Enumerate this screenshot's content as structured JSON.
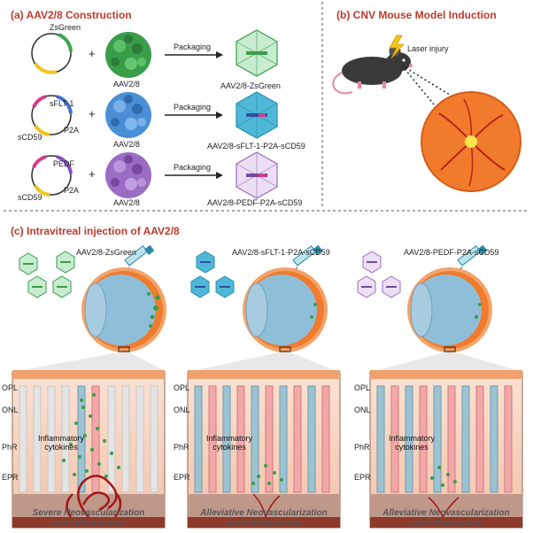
{
  "colors": {
    "title_red": "#c0392b",
    "green_virus": "#3a9d4a",
    "blue_virus": "#4a8fd6",
    "purple_virus": "#9a6cc4",
    "cyan_capsid": "#4fb8d8",
    "retina_orange": "#f07b2c"
  },
  "panel_a": {
    "title": "(a) AAV2/8 Construction",
    "rows": [
      {
        "plasmid_label_1": "ZsGreen",
        "plasmid_label_2": "",
        "plasmid_label_3": "",
        "virus_label": "AAV2/8",
        "arrow_label": "Packaging",
        "product_label": "AAV2/8-ZsGreen"
      },
      {
        "plasmid_label_1": "sFLT-1",
        "plasmid_label_2": "P2A",
        "plasmid_label_3": "sCD59",
        "virus_label": "AAV2/8",
        "arrow_label": "Packaging",
        "product_label": "AAV2/8-sFLT-1-P2A-sCD59"
      },
      {
        "plasmid_label_1": "PEDF",
        "plasmid_label_2": "P2A",
        "plasmid_label_3": "sCD59",
        "virus_label": "AAV2/8",
        "arrow_label": "Packaging",
        "product_label": "AAV2/8-PEDF-P2A-sCD59"
      }
    ],
    "plus": "+"
  },
  "panel_b": {
    "title": "(b) CNV Mouse Model Induction",
    "laser_label": "Laser injury"
  },
  "panel_c": {
    "title": "(c) Intravitreal injection of AAV2/8",
    "groups": [
      {
        "injection_label": "AAV2/8-ZsGreen",
        "caption_line1": "Severe Neovascularization",
        "caption_line2": "and Inflammation",
        "cytokine_line1": "Inflammatory",
        "cytokine_line2": "cytokines"
      },
      {
        "injection_label": "AAV2/8-sFLT-1-P2A-sCD59",
        "caption_line1": "Alleviative Neovascularization",
        "caption_line2": "and Inflammation",
        "cytokine_line1": "Inflammatory",
        "cytokine_line2": "cytokines"
      },
      {
        "injection_label": "AAV2/8-PEDF-P2A-sCD59",
        "caption_line1": "Alleviative Neovascularization",
        "caption_line2": "and Inflammation",
        "cytokine_line1": "Inflammatory",
        "cytokine_line2": "cytokines"
      }
    ],
    "layers": [
      "OPL",
      "ONL",
      "PhR",
      "EPR"
    ]
  }
}
